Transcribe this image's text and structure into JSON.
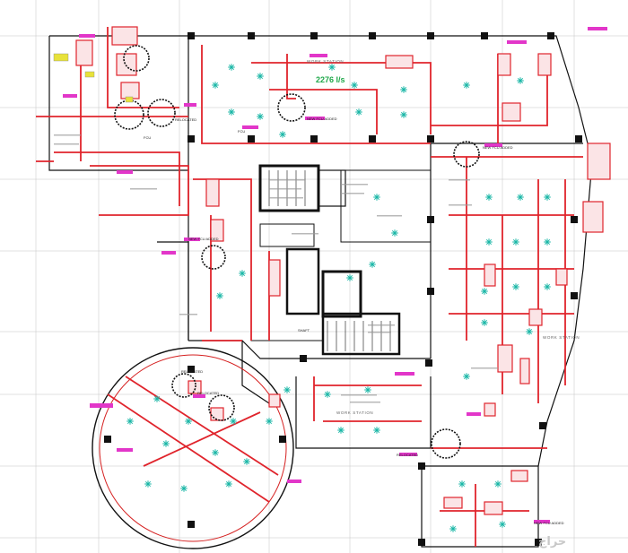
{
  "colors": {
    "duct": "#e0242c",
    "wall": "#111111",
    "grid": "#b8b8b8",
    "diffuser": "#19b6a6",
    "tag": "#e236c9",
    "text_green": "#1fa84a",
    "yellow": "#e8e23a"
  },
  "labels": {
    "airflow": "2276 l/s",
    "work_station": "WORK STATION",
    "relocated": "RELOCATED",
    "new_fcu_added": "NEW FCU ADDED",
    "fcu": "FCU",
    "shaft": "SHAFT"
  },
  "watermark": "حراج"
}
